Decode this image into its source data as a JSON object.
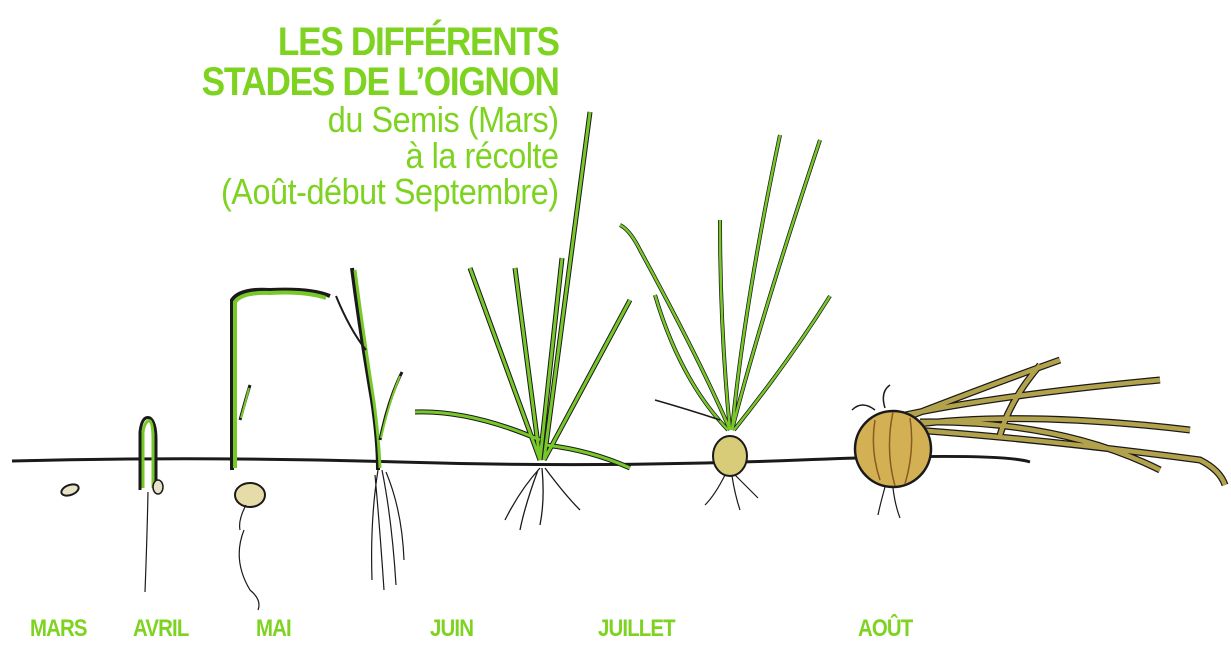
{
  "title": {
    "line1": "LES DIFFÉRENTS",
    "line2": "STADES DE L’OIGNON",
    "sub1": "du Semis (Mars)",
    "sub2": "à la récolte",
    "sub3": "(Août-début Septembre)"
  },
  "months": [
    "MARS",
    "AVRIL",
    "MAI",
    "JUIN",
    "JUILLET",
    "AOÛT"
  ],
  "colors": {
    "accent": "#7ed321",
    "leaf": "#78c82a",
    "dried": "#b3a24c",
    "bulb": "#d4b055",
    "ink": "#1a1a1a"
  }
}
